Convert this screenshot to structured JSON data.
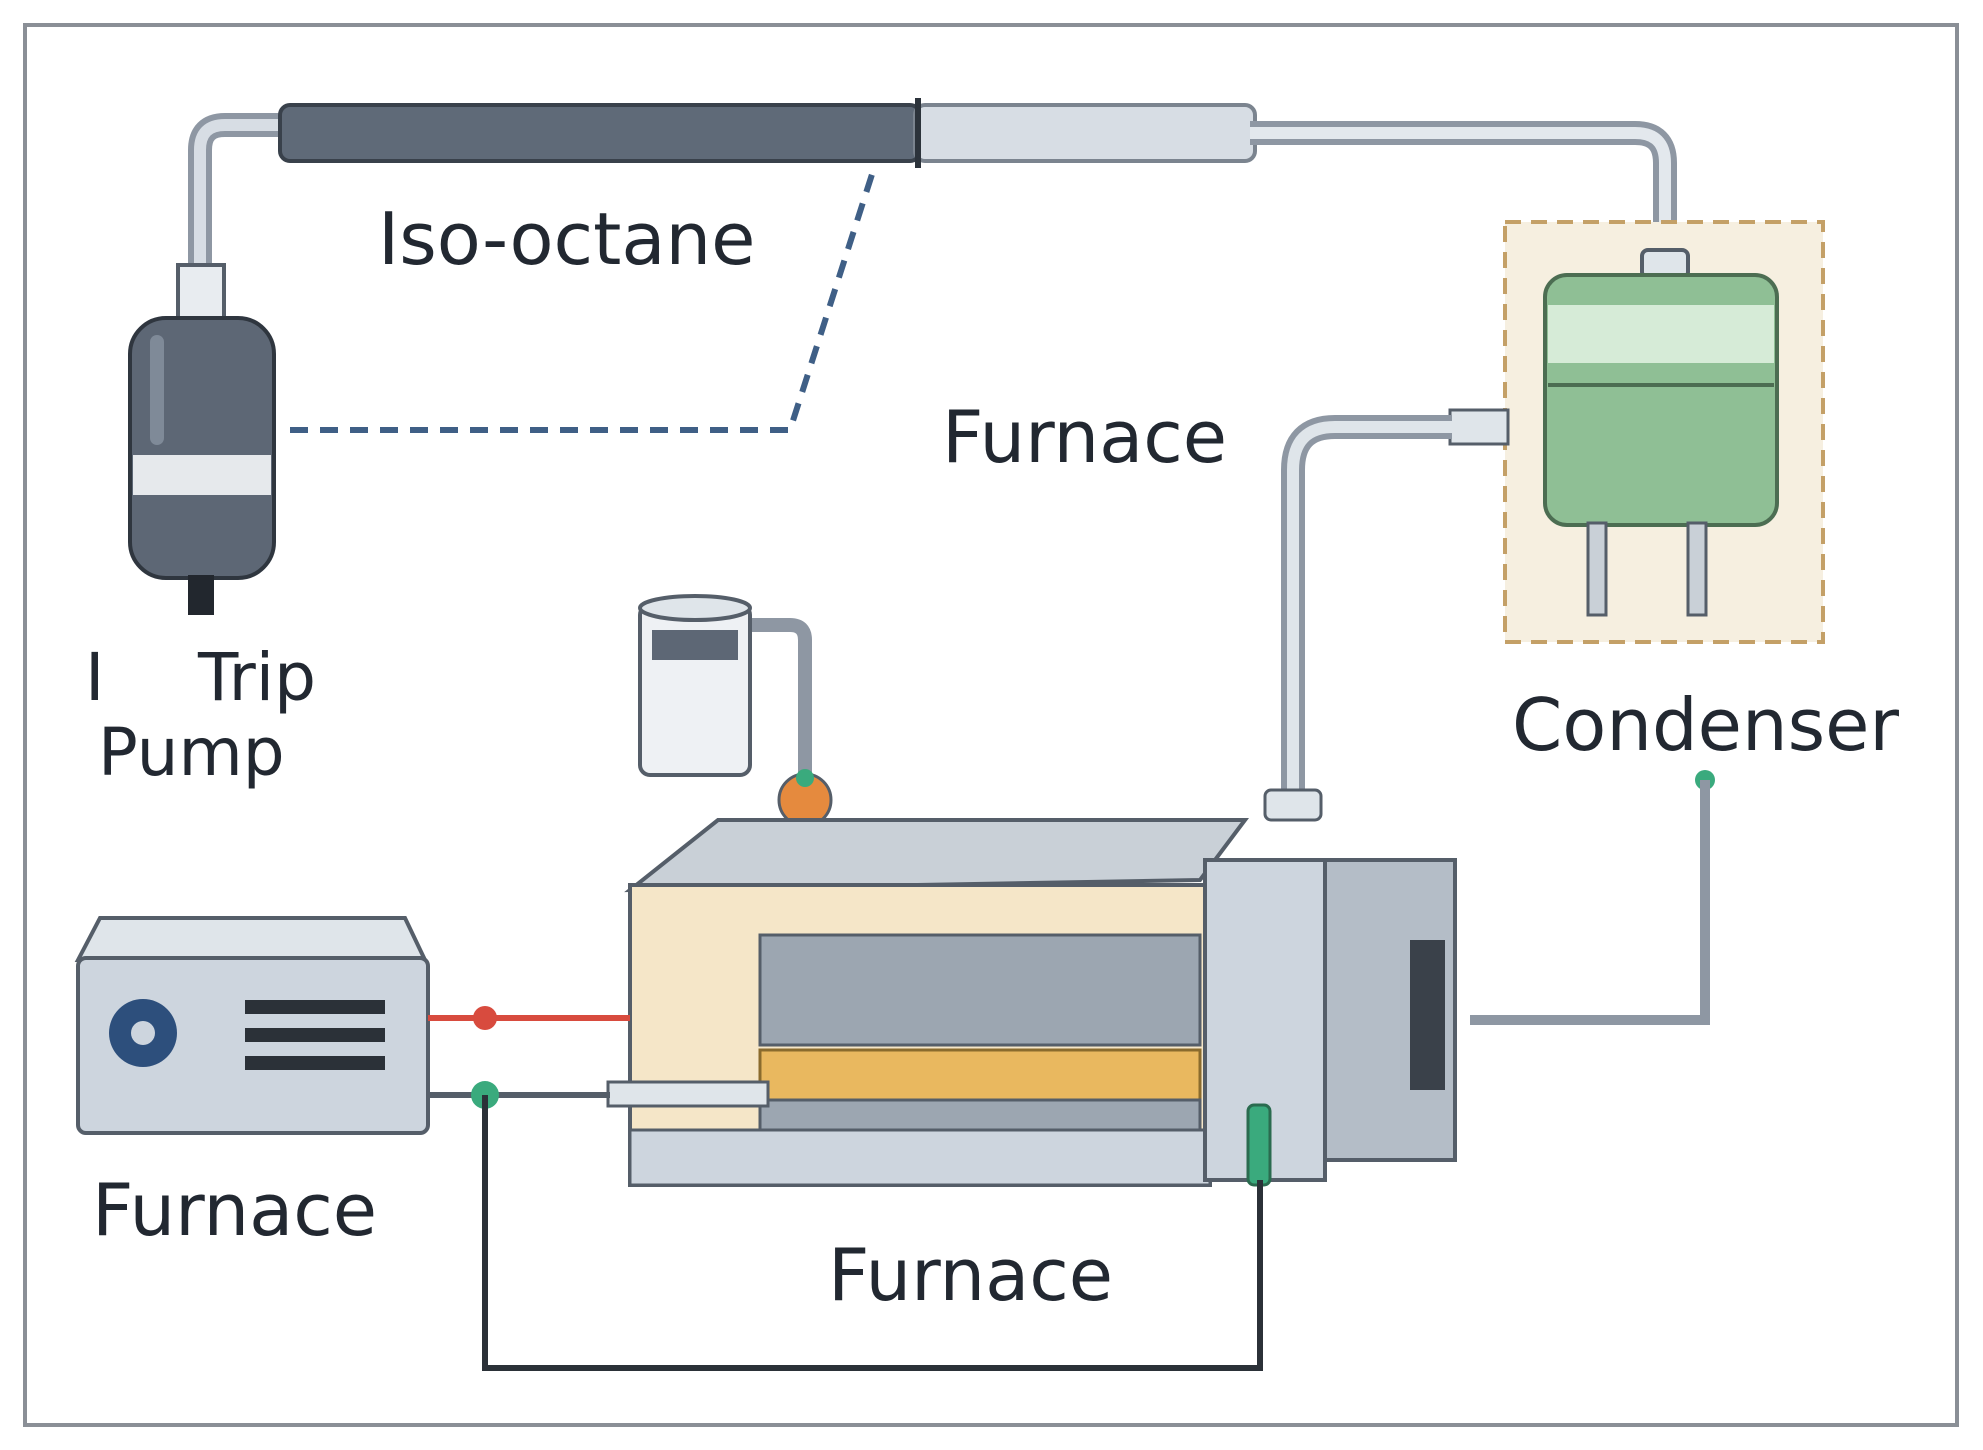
{
  "labels": {
    "iso_octane": "Iso-octane",
    "furnace_top": "Furnace",
    "trip": "Trip",
    "pump": "Pump",
    "condenser": "Condenser",
    "furnace_left": "Furnace",
    "furnace_bottom": "Furnace",
    "trip_mark": "I"
  },
  "colors": {
    "pipe": "#8e97a3",
    "pipe_light": "#d7dde4",
    "pump_body": "#5d6775",
    "dashed_line": "#3f5f86",
    "condenser_fill": "#8fbf95",
    "condenser_zone": "#f6efe0",
    "furnace_body": "#f5e6c8",
    "heater_strip": "#e9b85f",
    "hot_line": "#d84b3e",
    "signal_green": "#3aaa7d",
    "controller_body": "#cdd5de"
  }
}
